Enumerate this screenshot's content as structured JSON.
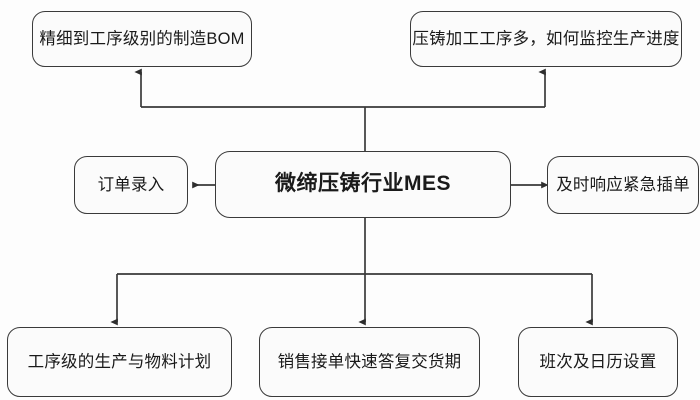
{
  "diagram": {
    "type": "center-out-flowchart",
    "center": {
      "label": "微缔压铸行业MES"
    },
    "nodes": [
      {
        "id": "bom",
        "label": "精细到工序级别的制造BOM",
        "position": "top-left",
        "arrow": "up"
      },
      {
        "id": "monitor",
        "label": "压铸加工工序多，如何监控生产进度",
        "position": "top-right",
        "arrow": "up"
      },
      {
        "id": "order",
        "label": "订单录入",
        "position": "middle-left",
        "arrow": "left"
      },
      {
        "id": "urgent",
        "label": "及时响应紧急插单",
        "position": "middle-right",
        "arrow": "right"
      },
      {
        "id": "plan",
        "label": "工序级的生产与物料计划",
        "position": "bottom-left",
        "arrow": "down"
      },
      {
        "id": "delivery",
        "label": "销售接单快速答复交货期",
        "position": "bottom-center",
        "arrow": "down"
      },
      {
        "id": "shift",
        "label": "班次及日历设置",
        "position": "bottom-right",
        "arrow": "down"
      }
    ],
    "colors": {
      "background": "#fdfdfd",
      "node_fill": "#fbfbfb",
      "node_stroke": "#3a3a3a",
      "connector_stroke": "#3a3a3a",
      "text": "#1a1a1a"
    }
  }
}
